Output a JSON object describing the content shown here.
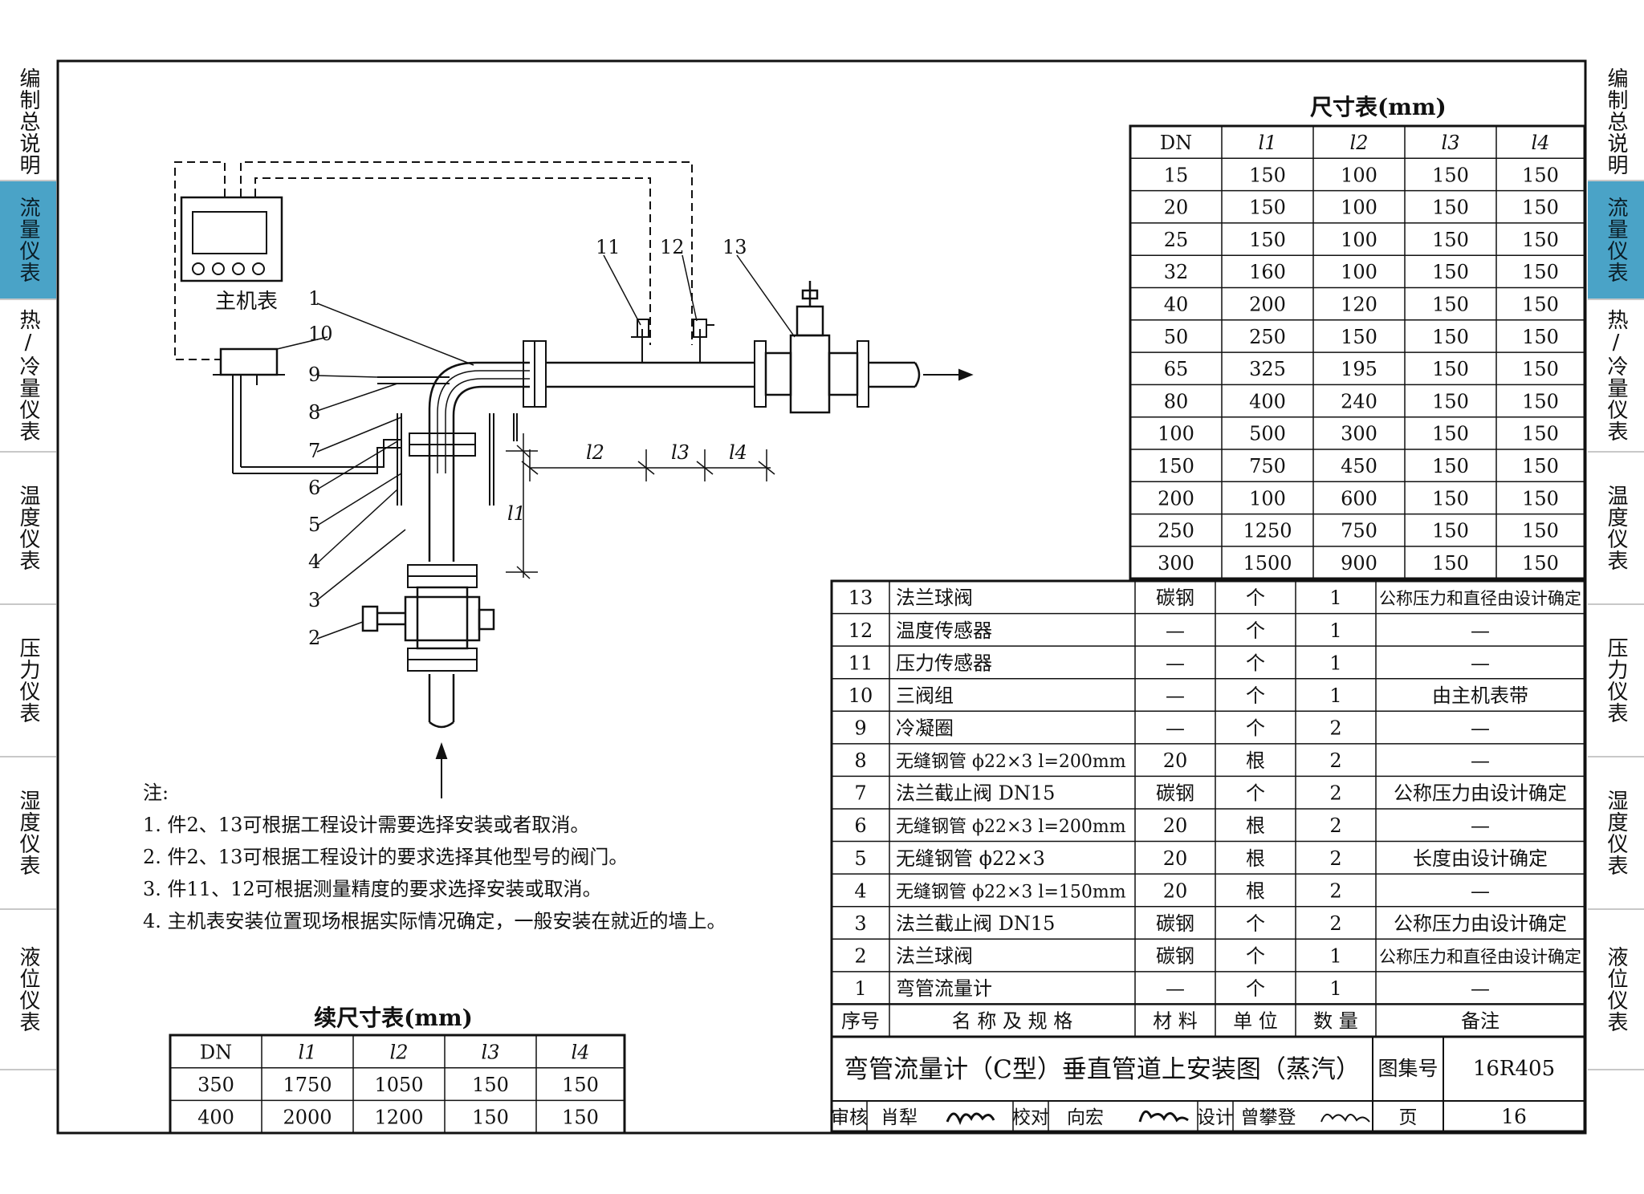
{
  "side_tabs_left": [
    {
      "label": "编制总说明",
      "active": false
    },
    {
      "label": "流量仪表",
      "active": true
    },
    {
      "label": "热/冷量仪表",
      "active": false
    },
    {
      "label": "温度仪表",
      "active": false
    },
    {
      "label": "压力仪表",
      "active": false
    },
    {
      "label": "湿度仪表",
      "active": false
    },
    {
      "label": "液位仪表",
      "active": false
    }
  ],
  "side_tabs_right": [
    {
      "label": "编制总说明",
      "active": false
    },
    {
      "label": "流量仪表",
      "active": true
    },
    {
      "label": "热/冷量仪表",
      "active": false
    },
    {
      "label": "温度仪表",
      "active": false
    },
    {
      "label": "压力仪表",
      "active": false
    },
    {
      "label": "湿度仪表",
      "active": false
    },
    {
      "label": "液位仪表",
      "active": false
    }
  ],
  "accent_color": "#4aa3c7",
  "diagram": {
    "host_label": "主机表",
    "callouts": [
      "1",
      "2",
      "3",
      "4",
      "5",
      "6",
      "7",
      "8",
      "9",
      "10",
      "11",
      "12",
      "13"
    ],
    "dims": [
      "l2",
      "l3",
      "l4",
      "l1"
    ]
  },
  "notes": {
    "title": "注:",
    "items": [
      "1. 件2、13可根据工程设计需要选择安装或者取消。",
      "2. 件2、13可根据工程设计的要求选择其他型号的阀门。",
      "3. 件11、12可根据测量精度的要求选择安装或取消。",
      "4. 主机表安装位置现场根据实际情况确定，一般安装在就近的墙上。"
    ]
  },
  "dim_table": {
    "title": "尺寸表(mm)",
    "headers": [
      "DN",
      "l1",
      "l2",
      "l3",
      "l4"
    ],
    "rows": [
      [
        "15",
        "150",
        "100",
        "150",
        "150"
      ],
      [
        "20",
        "150",
        "100",
        "150",
        "150"
      ],
      [
        "25",
        "150",
        "100",
        "150",
        "150"
      ],
      [
        "32",
        "160",
        "100",
        "150",
        "150"
      ],
      [
        "40",
        "200",
        "120",
        "150",
        "150"
      ],
      [
        "50",
        "250",
        "150",
        "150",
        "150"
      ],
      [
        "65",
        "325",
        "195",
        "150",
        "150"
      ],
      [
        "80",
        "400",
        "240",
        "150",
        "150"
      ],
      [
        "100",
        "500",
        "300",
        "150",
        "150"
      ],
      [
        "150",
        "750",
        "450",
        "150",
        "150"
      ],
      [
        "200",
        "100",
        "600",
        "150",
        "150"
      ],
      [
        "250",
        "1250",
        "750",
        "150",
        "150"
      ],
      [
        "300",
        "1500",
        "900",
        "150",
        "150"
      ]
    ]
  },
  "cont_table": {
    "title": "续尺寸表(mm)",
    "headers": [
      "DN",
      "l1",
      "l2",
      "l3",
      "l4"
    ],
    "rows": [
      [
        "350",
        "1750",
        "1050",
        "150",
        "150"
      ],
      [
        "400",
        "2000",
        "1200",
        "150",
        "150"
      ]
    ]
  },
  "parts": {
    "headers": [
      "序号",
      "名 称 及 规 格",
      "材 料",
      "单 位",
      "数 量",
      "备注"
    ],
    "rows": [
      [
        "13",
        "法兰球阀",
        "碳钢",
        "个",
        "1",
        "公称压力和直径由设计确定"
      ],
      [
        "12",
        "温度传感器",
        "—",
        "个",
        "1",
        "—"
      ],
      [
        "11",
        "压力传感器",
        "—",
        "个",
        "1",
        "—"
      ],
      [
        "10",
        "三阀组",
        "—",
        "个",
        "1",
        "由主机表带"
      ],
      [
        "9",
        "冷凝圈",
        "—",
        "个",
        "2",
        "—"
      ],
      [
        "8",
        "无缝钢管  ϕ22×3  l=200mm",
        "20",
        "根",
        "2",
        "—"
      ],
      [
        "7",
        "法兰截止阀  DN15",
        "碳钢",
        "个",
        "2",
        "公称压力由设计确定"
      ],
      [
        "6",
        "无缝钢管  ϕ22×3  l=200mm",
        "20",
        "根",
        "2",
        "—"
      ],
      [
        "5",
        "无缝钢管  ϕ22×3",
        "20",
        "根",
        "2",
        "长度由设计确定"
      ],
      [
        "4",
        "无缝钢管  ϕ22×3  l=150mm",
        "20",
        "根",
        "2",
        "—"
      ],
      [
        "3",
        "法兰截止阀  DN15",
        "碳钢",
        "个",
        "2",
        "公称压力由设计确定"
      ],
      [
        "2",
        "法兰球阀",
        "碳钢",
        "个",
        "1",
        "公称压力和直径由设计确定"
      ],
      [
        "1",
        "弯管流量计",
        "—",
        "个",
        "1",
        "—"
      ]
    ]
  },
  "title_block": {
    "title": "弯管流量计（C型）垂直管道上安装图（蒸汽）",
    "atlas_label": "图集号",
    "atlas_no": "16R405",
    "review_label": "审核",
    "reviewer": "肖犁",
    "check_label": "校对",
    "checker": "向宏",
    "design_label": "设计",
    "designer": "曾攀登",
    "page_label": "页",
    "page_no": "16"
  }
}
